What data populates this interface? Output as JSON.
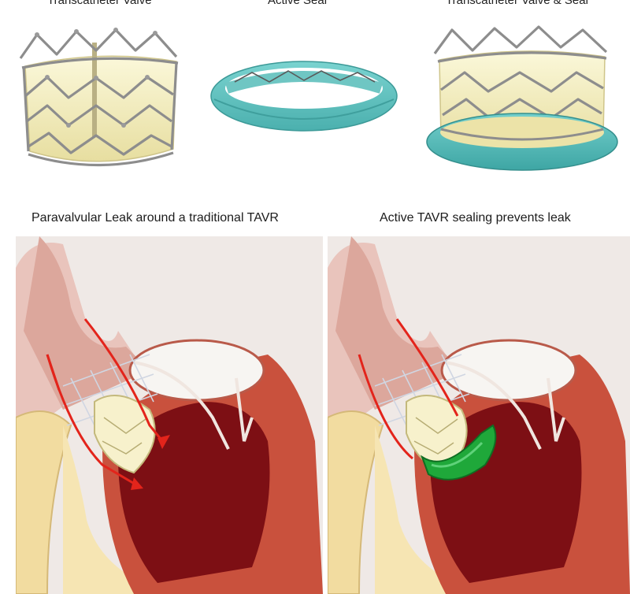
{
  "top_labels": {
    "left": "Transcatheter Valve",
    "center": "Active Seal",
    "right": "Transcatheter Valve & Seal"
  },
  "panels": {
    "left_caption": "Paravalvular Leak around a traditional TAVR",
    "right_caption": "Active TAVR sealing prevents leak"
  },
  "colors": {
    "valve_leaflet": "#f3eec0",
    "stent_frame": "#8a8a8a",
    "seal_ring": "#5fc1bf",
    "aorta": "#e9c4bc",
    "myocardium": "#c9513d",
    "chamber": "#7d0f14",
    "fat_tissue": "#f2dca0",
    "leak_arrow": "#e3241b",
    "active_seal": "#1fa83a"
  }
}
